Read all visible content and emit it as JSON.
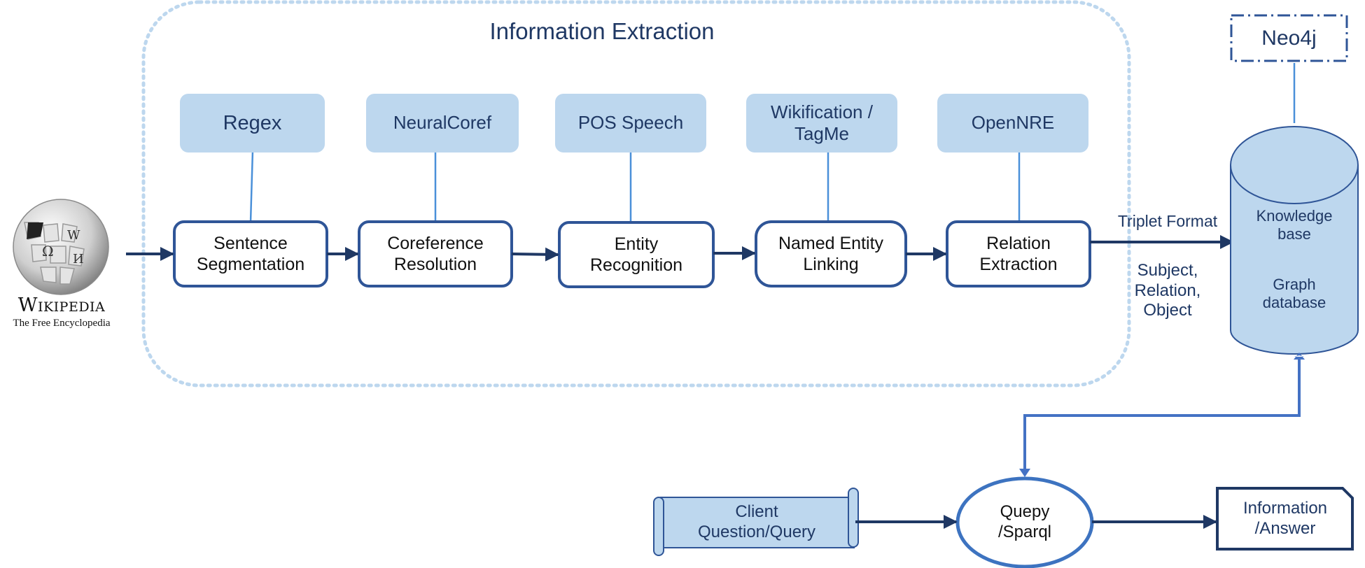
{
  "title": "Information Extraction",
  "source": {
    "wordmark": "Wikipedia",
    "tagline": "The Free Encyclopedia"
  },
  "tools": [
    {
      "id": "regex",
      "label": "Regex"
    },
    {
      "id": "neuralcoref",
      "label": "NeuralCoref"
    },
    {
      "id": "pos",
      "label": "POS Speech"
    },
    {
      "id": "wikification",
      "label": "Wikification / TagMe"
    },
    {
      "id": "opennre",
      "label": "OpenNRE"
    }
  ],
  "steps": [
    {
      "id": "sentence-segmentation",
      "label": "Sentence Segmentation"
    },
    {
      "id": "coreference-resolution",
      "label": "Coreference Resolution"
    },
    {
      "id": "entity-recognition",
      "label": "Entity Recognition"
    },
    {
      "id": "named-entity-linking",
      "label": "Named Entity Linking"
    },
    {
      "id": "relation-extraction",
      "label": "Relation Extraction"
    }
  ],
  "edges": {
    "triplet_format": "Triplet Format",
    "triplet_fields": "Subject, Relation, Object"
  },
  "store": {
    "engine": "Neo4j",
    "line1": "Knowledge base",
    "line2": "Graph database"
  },
  "query": {
    "client": "Client Question/Query",
    "engine": "Quepy /Sparql",
    "output": "Information /Answer"
  },
  "colors": {
    "navy": "#1f3864",
    "box_border": "#2f5597",
    "tool_fill": "#bdd7ee",
    "frame_dots": "#bdd7ee",
    "connector": "#4a90d9",
    "query_blue": "#4472c4"
  }
}
